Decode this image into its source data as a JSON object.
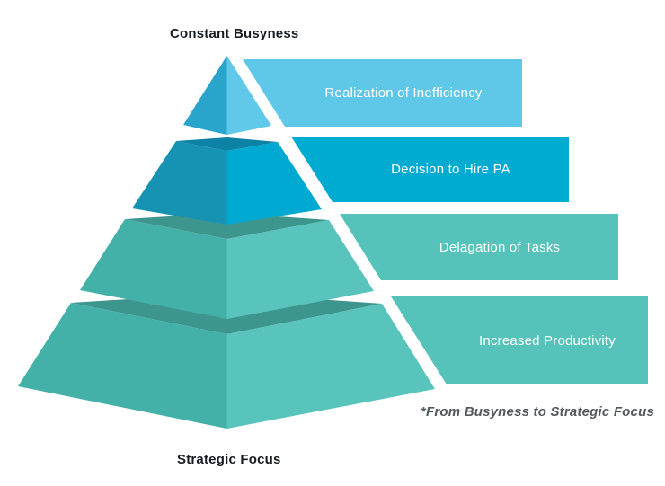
{
  "diagram": {
    "top_label": "Constant Busyness",
    "bottom_label": "Strategic Focus",
    "caption": "*From Busyness to Strategic Focus",
    "levels": [
      {
        "label": "Realization of Inefficiency",
        "bar_color": "#5fc8e9",
        "pyramid": {
          "left_face": "#29a5cc",
          "right_face": "#60c9e9"
        }
      },
      {
        "label": "Decision to Hire PA",
        "bar_color": "#00abd2",
        "pyramid": {
          "left_face": "#1692b2",
          "right_face": "#00a9d1",
          "top_face": "#0c82a4"
        }
      },
      {
        "label": "Delagation of Tasks",
        "bar_color": "#55c3ba",
        "pyramid": {
          "left_face": "#44b1a9",
          "right_face": "#59c4bc",
          "top_face": "#3d968e"
        }
      },
      {
        "label": "Increased Productivity",
        "bar_color": "#55c3ba",
        "pyramid": {
          "left_face": "#44b1a9",
          "right_face": "#59c4bc",
          "top_face": "#3d968e"
        }
      }
    ],
    "text_colors": {
      "side_labels": "#171d24",
      "caption": "#53585e",
      "bar_text": "#ffffff"
    },
    "background": "#ffffff"
  }
}
